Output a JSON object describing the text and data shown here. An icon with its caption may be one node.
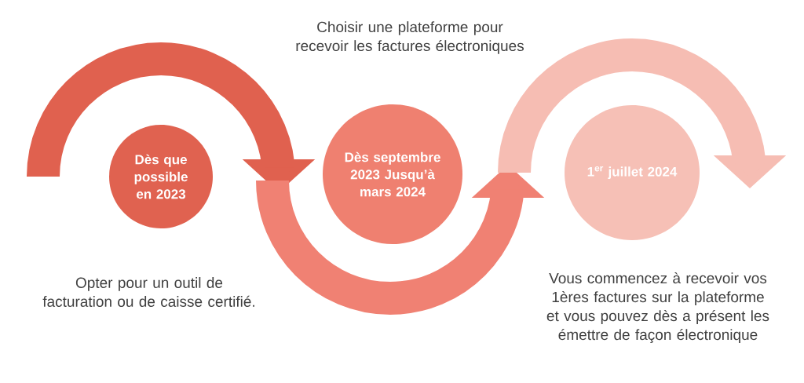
{
  "diagram": {
    "nodes": [
      {
        "text": [
          "Dès que possible en 2023"
        ]
      },
      {
        "text": [
          "Dès septembre 2023 Jusqu’à mars 2024"
        ]
      },
      {
        "text": [
          "1$^{er}$ juillet 2024"
        ]
      }
    ],
    "labels": [
      "Choisir une plateforme pour recevoir les factures électroniques",
      "Opter pour un outil de facturation ou de caisse certifié.",
      "Vous commencez à recevoir vos 1ères factures sur la plateforme et vous pouvez dès a présent les émettre de façon électronique"
    ]
  }
}
